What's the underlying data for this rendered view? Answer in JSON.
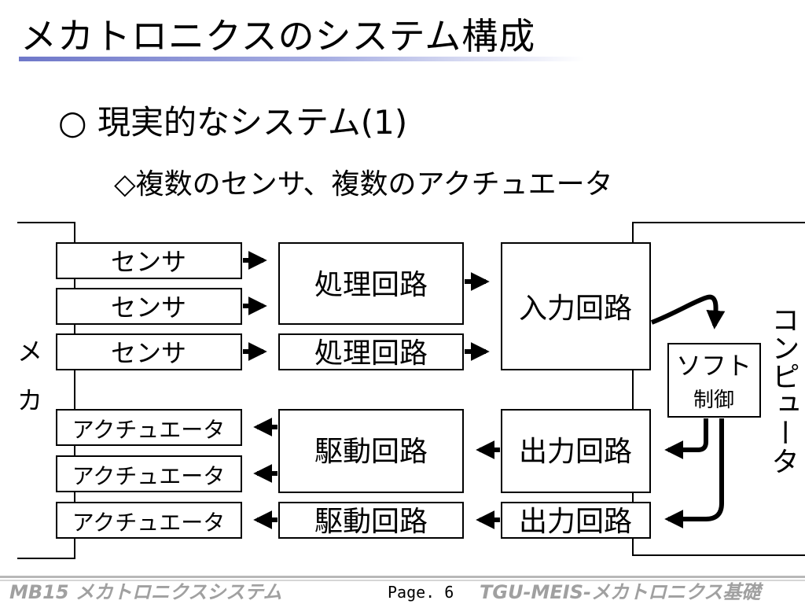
{
  "slide": {
    "title": "メカトロニクスのシステム構成",
    "heading": "○  現実的なシステム(1)",
    "subheading": "◇複数のセンサ、複数のアクチュエータ"
  },
  "diagram": {
    "left_label": [
      "メ",
      "カ"
    ],
    "right_label": "コンピュータ",
    "sensors": [
      "センサ",
      "センサ",
      "センサ"
    ],
    "processing": [
      "処理回路",
      "処理回路"
    ],
    "input_circuit": "入力回路",
    "software_control": {
      "line1": "ソフト",
      "line2": "制御"
    },
    "output_circuits": [
      "出力回路",
      "出力回路"
    ],
    "drive_circuits": [
      "駆動回路",
      "駆動回路"
    ],
    "actuators": [
      "アクチュエータ",
      "アクチュエータ",
      "アクチュエータ"
    ]
  },
  "footer": {
    "left": "MB15  メカトロニクスシステム",
    "page": "Page. 6",
    "right": "TGU-MEIS-メカトロニクス基礎"
  },
  "colors": {
    "accent_underline": "#6f78c9",
    "footer_text": "#a0a0a0"
  }
}
